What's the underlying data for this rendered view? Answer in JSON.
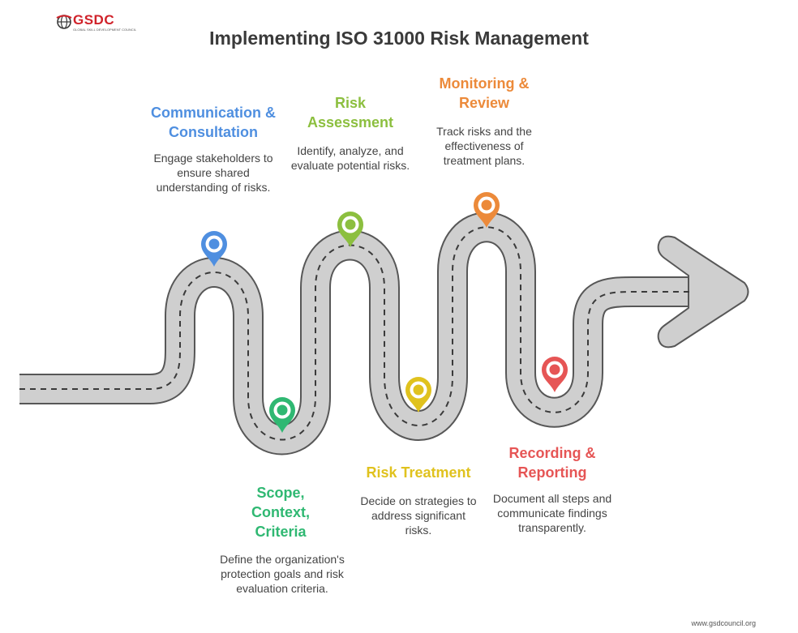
{
  "brand": {
    "logo_text": "GSDC",
    "logo_sub": "GLOBAL SKILL DEVELOPMENT COUNCIL",
    "color": "#d0222a"
  },
  "title": "Implementing ISO 31000 Risk Management",
  "footer": "www.gsdcouncil.org",
  "road": {
    "fill": "#cfcfcf",
    "edge": "#575757",
    "dash": "#3a3a3a"
  },
  "steps": [
    {
      "id": "communication",
      "title": "Communication & Consultation",
      "desc": "Engage stakeholders to ensure shared understanding of risks.",
      "color": "#4f8fe0",
      "position": "top"
    },
    {
      "id": "scope",
      "title": "Scope, Context, Criteria",
      "desc": "Define the organization's protection goals and risk evaluation criteria.",
      "color": "#2fb872",
      "position": "bottom"
    },
    {
      "id": "assessment",
      "title": "Risk Assessment",
      "desc": "Identify, analyze, and evaluate potential risks.",
      "color": "#8cbf3f",
      "position": "top"
    },
    {
      "id": "treatment",
      "title": "Risk Treatment",
      "desc": "Decide on strategies to address significant risks.",
      "color": "#e0c21e",
      "position": "bottom"
    },
    {
      "id": "monitoring",
      "title": "Monitoring & Review",
      "desc": "Track risks and the effectiveness of treatment plans.",
      "color": "#ec8a3a",
      "position": "top"
    },
    {
      "id": "recording",
      "title": "Recording & Reporting",
      "desc": "Document all steps and communicate findings transparently.",
      "color": "#e65555",
      "position": "bottom"
    }
  ]
}
